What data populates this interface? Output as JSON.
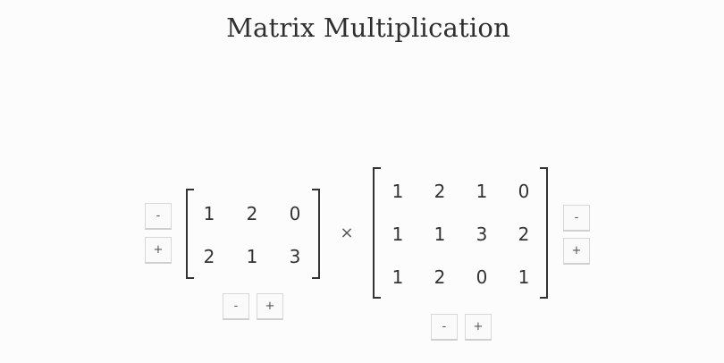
{
  "title": "Matrix Multiplication",
  "operator": "×",
  "left_matrix": {
    "rows": 2,
    "cols": 3,
    "values": [
      [
        1,
        2,
        0
      ],
      [
        2,
        1,
        3
      ]
    ],
    "row_controls": {
      "minus": "-",
      "plus": "+"
    },
    "col_controls": {
      "minus": "-",
      "plus": "+"
    }
  },
  "right_matrix": {
    "rows": 3,
    "cols": 4,
    "values": [
      [
        1,
        2,
        1,
        0
      ],
      [
        1,
        1,
        3,
        2
      ],
      [
        1,
        2,
        0,
        1
      ]
    ],
    "row_controls": {
      "minus": "-",
      "plus": "+"
    },
    "col_controls": {
      "minus": "-",
      "plus": "+"
    }
  }
}
